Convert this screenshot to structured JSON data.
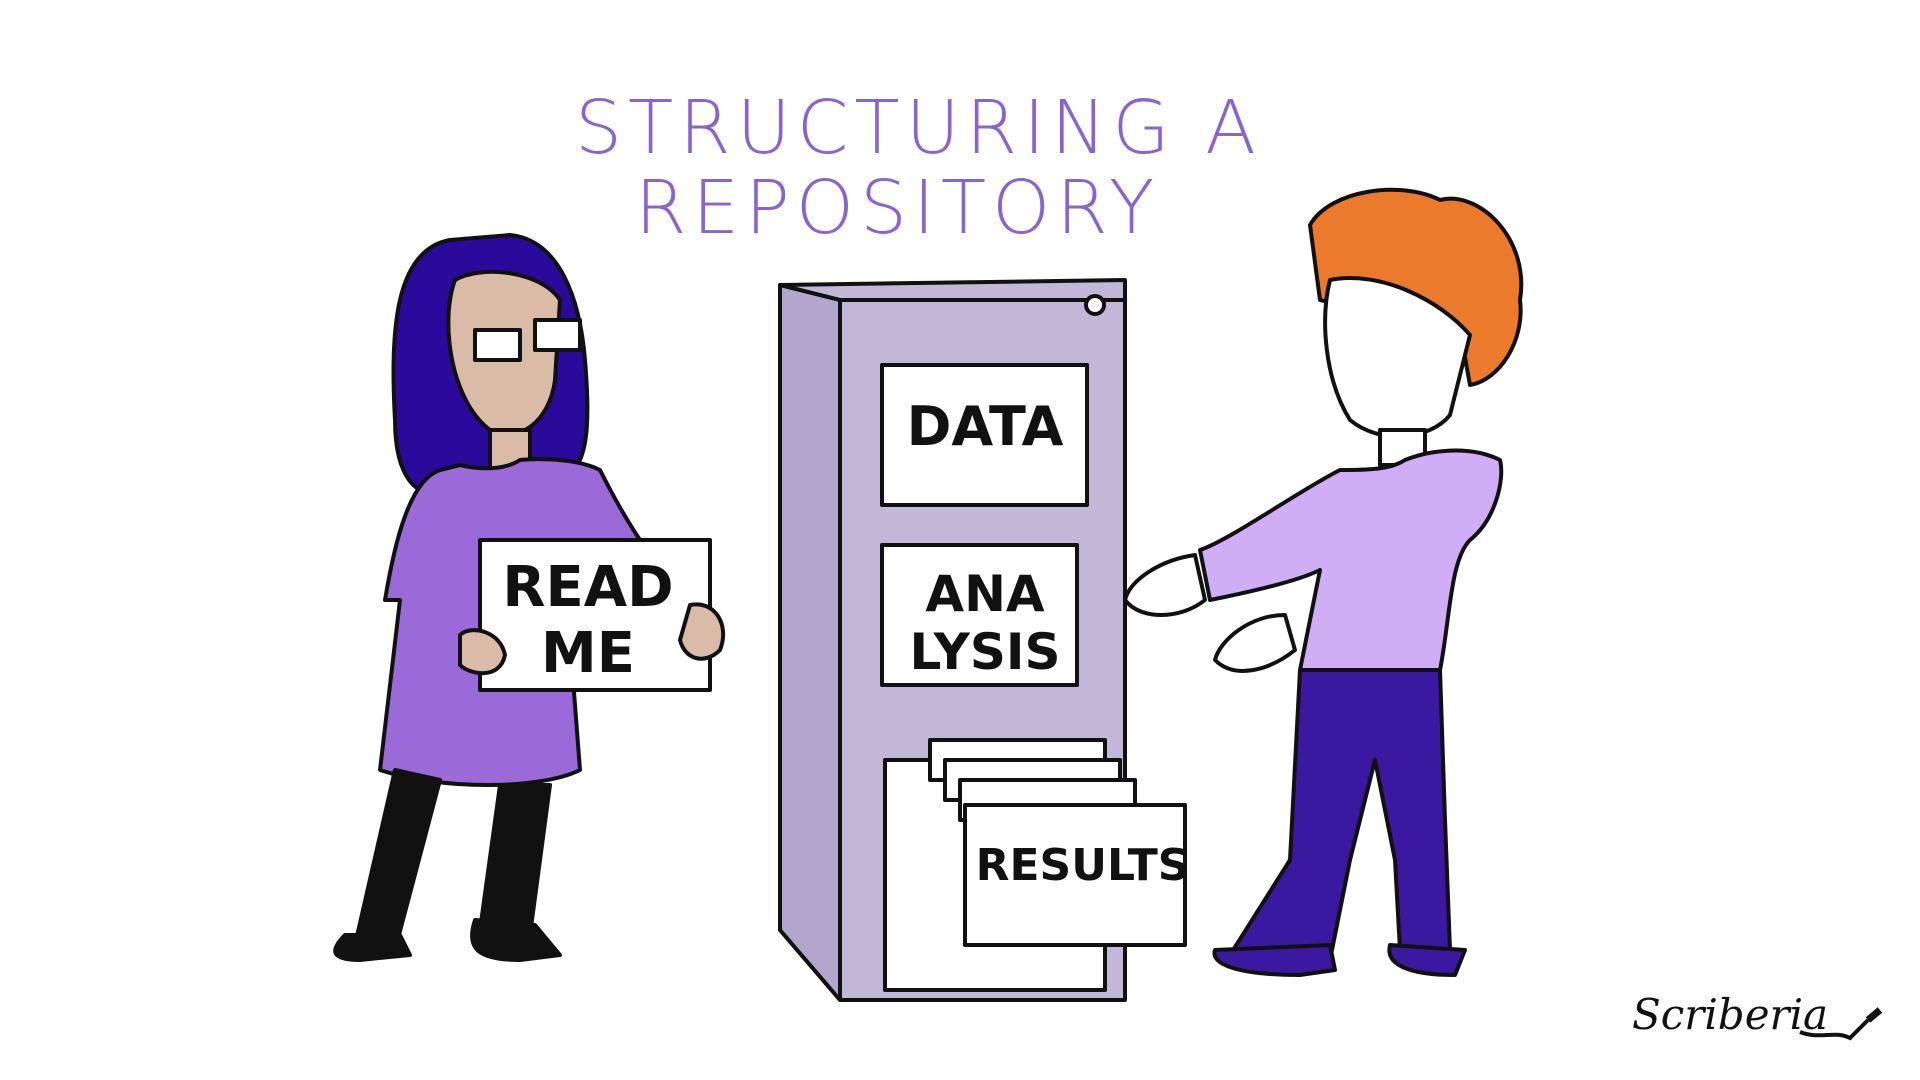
{
  "title": {
    "line1": "STRUCTURING A",
    "line2": "REPOSITORY"
  },
  "cabinet": {
    "drawer1": "DATA",
    "drawer2_line1": "ANA",
    "drawer2_line2": "LYSIS",
    "drawer3": "RESULTS"
  },
  "sign": {
    "line1": "READ",
    "line2": "ME"
  },
  "signature": "Scriberia",
  "colors": {
    "title": "#8a63d2",
    "cabinet": "#c2b7d6",
    "woman_hair": "#2a0a9a",
    "woman_dress": "#9a6ad8",
    "woman_skin": "#d9bba8",
    "man_hair": "#ec7a2c",
    "man_sweater": "#cfaef5",
    "man_pants": "#3a18a0"
  }
}
